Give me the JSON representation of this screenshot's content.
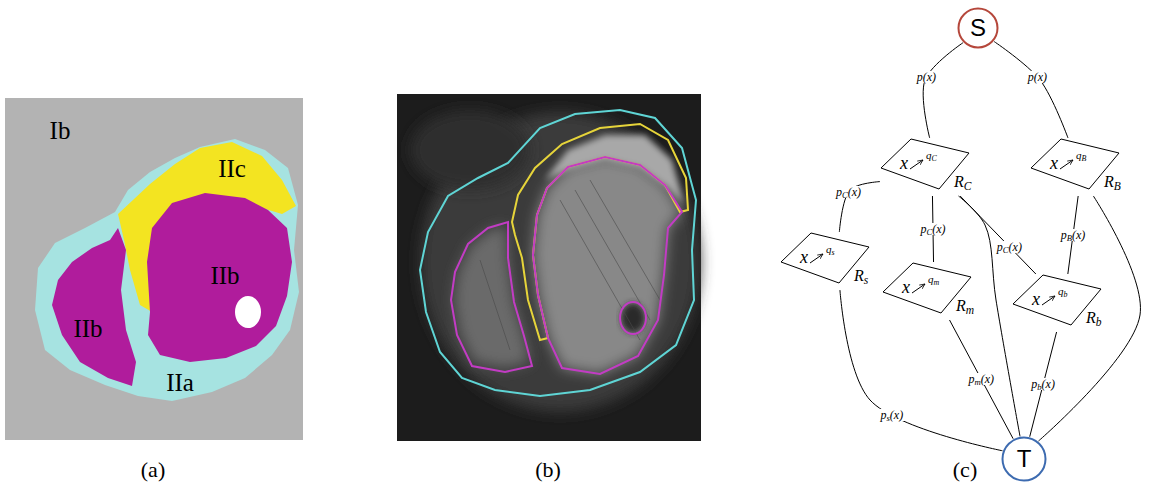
{
  "diagram": {
    "nodes": [
      {
        "text": [
          "S"
        ]
      },
      {
        "text": [
          "x",
          "qC",
          "RC"
        ]
      },
      {
        "text": [
          "x",
          "qB",
          "RB"
        ]
      },
      {
        "text": [
          "x",
          "qs",
          "Rs"
        ]
      },
      {
        "text": [
          "x",
          "qm",
          "Rm"
        ]
      },
      {
        "text": [
          "x",
          "qb",
          "Rb"
        ]
      },
      {
        "text": [
          "T"
        ]
      }
    ],
    "edges": [
      {
        "from": 0,
        "to": 1,
        "arrow": "none",
        "label": "p(x)"
      },
      {
        "from": 0,
        "to": 2,
        "arrow": "none",
        "label": "p(x)"
      },
      {
        "from": 1,
        "to": 3,
        "arrow": "none",
        "label": "pC(x)"
      },
      {
        "from": 1,
        "to": 4,
        "arrow": "none",
        "label": "pC(x)"
      },
      {
        "from": 1,
        "to": 5,
        "arrow": "none",
        "label": "pC(x)"
      },
      {
        "from": 2,
        "to": 5,
        "arrow": "none",
        "label": "pB(x)"
      },
      {
        "from": 3,
        "to": 6,
        "arrow": "none",
        "label": "ps(x)"
      },
      {
        "from": 4,
        "to": 6,
        "arrow": "none",
        "label": "pm(x)"
      },
      {
        "from": 5,
        "to": 6,
        "arrow": "none",
        "label": "pb(x)"
      },
      {
        "from": 2,
        "to": 6,
        "arrow": "none"
      },
      {
        "from": 1,
        "to": 6,
        "arrow": "none"
      }
    ],
    "labels": [
      "Ib",
      "IIc",
      "IIb",
      "IIb",
      "IIa",
      "(a)",
      "(b)",
      "(c)"
    ]
  }
}
